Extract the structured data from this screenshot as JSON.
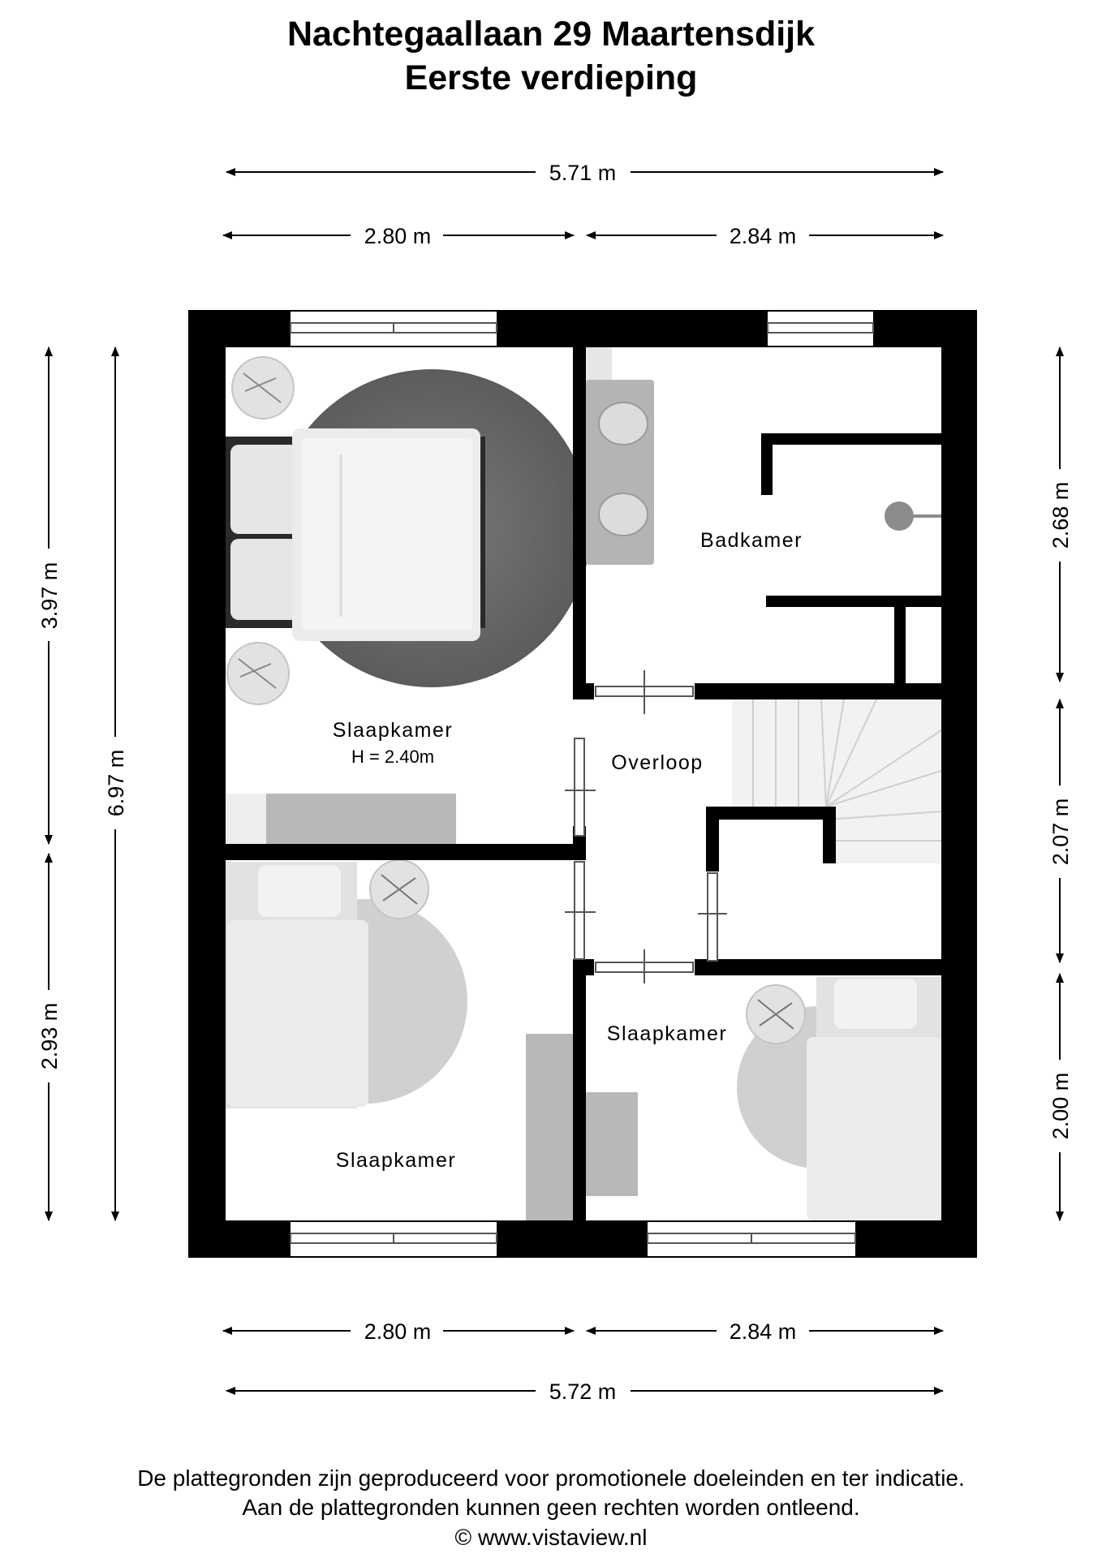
{
  "header": {
    "address": "Nachtegaallaan 29 Maartensdijk",
    "floor": "Eerste verdieping"
  },
  "dimensions": {
    "top_total": "5.71 m",
    "top_left": "2.80 m",
    "top_right": "2.84 m",
    "bottom_left": "2.80 m",
    "bottom_right": "2.84 m",
    "bottom_total": "5.72 m",
    "left_total": "6.97 m",
    "left_upper": "3.97 m",
    "left_lower": "2.93 m",
    "right_upper": "2.68 m",
    "right_middle": "2.07 m",
    "right_lower": "2.00 m"
  },
  "rooms": {
    "master_bedroom": "Slaapkamer",
    "master_height": "H = 2.40m",
    "bathroom": "Badkamer",
    "landing": "Overloop",
    "bedroom_right": "Slaapkamer",
    "bedroom_left": "Slaapkamer"
  },
  "footer": {
    "line1": "De plattegronden zijn geproduceerd voor promotionele doeleinden en ter indicatie.",
    "line2": "Aan de plattegronden kunnen geen rechten worden ontleend.",
    "line3": "© www.vistaview.nl"
  },
  "colors": {
    "wall": "#000000",
    "rug_master": "#6e6e6e",
    "rug_light": "#cfcfcf",
    "furniture": "#b5b5b5"
  }
}
